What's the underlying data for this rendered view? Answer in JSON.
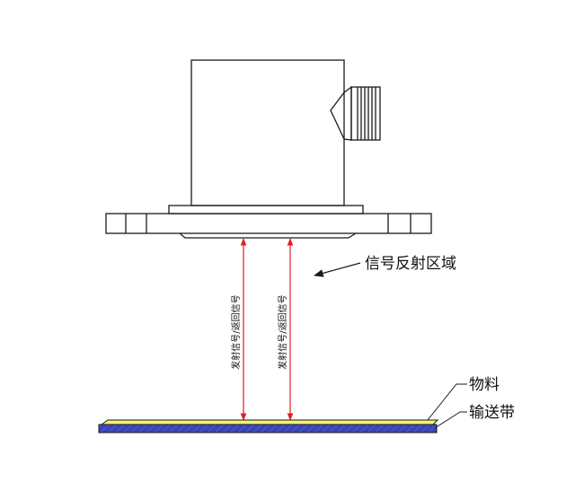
{
  "labels": {
    "signal_region": "信号反射区域",
    "material": "物料",
    "conveyor": "输送带",
    "beam_signal_left": "发射信号/返回信号",
    "beam_signal_right": "发射信号/返回信号"
  },
  "colors": {
    "outline": "#1a1a1a",
    "beam": "#e0202a",
    "material_fill": "#f4ef7a",
    "conveyor_fill": "#3a45b8"
  }
}
